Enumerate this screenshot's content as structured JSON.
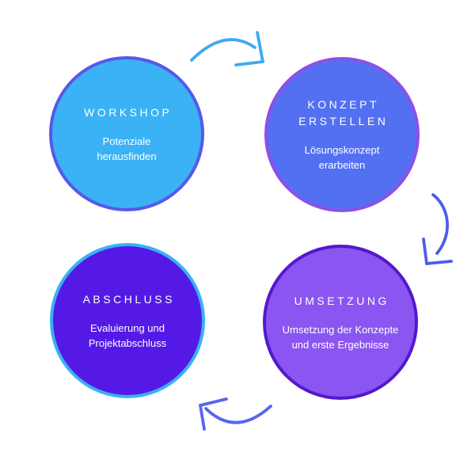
{
  "diagram": {
    "background": "#ffffff",
    "text_color": "#ffffff",
    "steps": [
      {
        "id": "workshop",
        "title": "WORKSHOP",
        "subtitle": "Potenziale\nherausfinden",
        "fill": "#3ab2f5",
        "border": "#5659e8",
        "position": "top-left"
      },
      {
        "id": "konzept-erstellen",
        "title": "KONZEPT\nERSTELLEN",
        "subtitle": "Lösungskonzept\nerarbeiten",
        "fill": "#5470f2",
        "border": "#8e4fe5",
        "position": "top-right"
      },
      {
        "id": "umsetzung",
        "title": "UMSETZUNG",
        "subtitle": "Umsetzung der Konzepte\nund erste Ergebnisse",
        "fill": "#8a55f0",
        "border": "#5318cf",
        "position": "bottom-right"
      },
      {
        "id": "abschluss",
        "title": "ABSCHLUSS",
        "subtitle": "Evaluierung und\nProjektabschluss",
        "fill": "#5519e6",
        "border": "#38b2f2",
        "position": "bottom-left"
      }
    ],
    "arrows": [
      {
        "name": "arrow-workshop-to-konzept",
        "color": "#3fa9f2",
        "direction": "left-to-right"
      },
      {
        "name": "arrow-konzept-to-umsetzung",
        "color": "#4a5ee8",
        "direction": "top-to-bottom"
      },
      {
        "name": "arrow-umsetzung-to-abschluss",
        "color": "#5666f0",
        "direction": "right-to-left"
      }
    ]
  }
}
